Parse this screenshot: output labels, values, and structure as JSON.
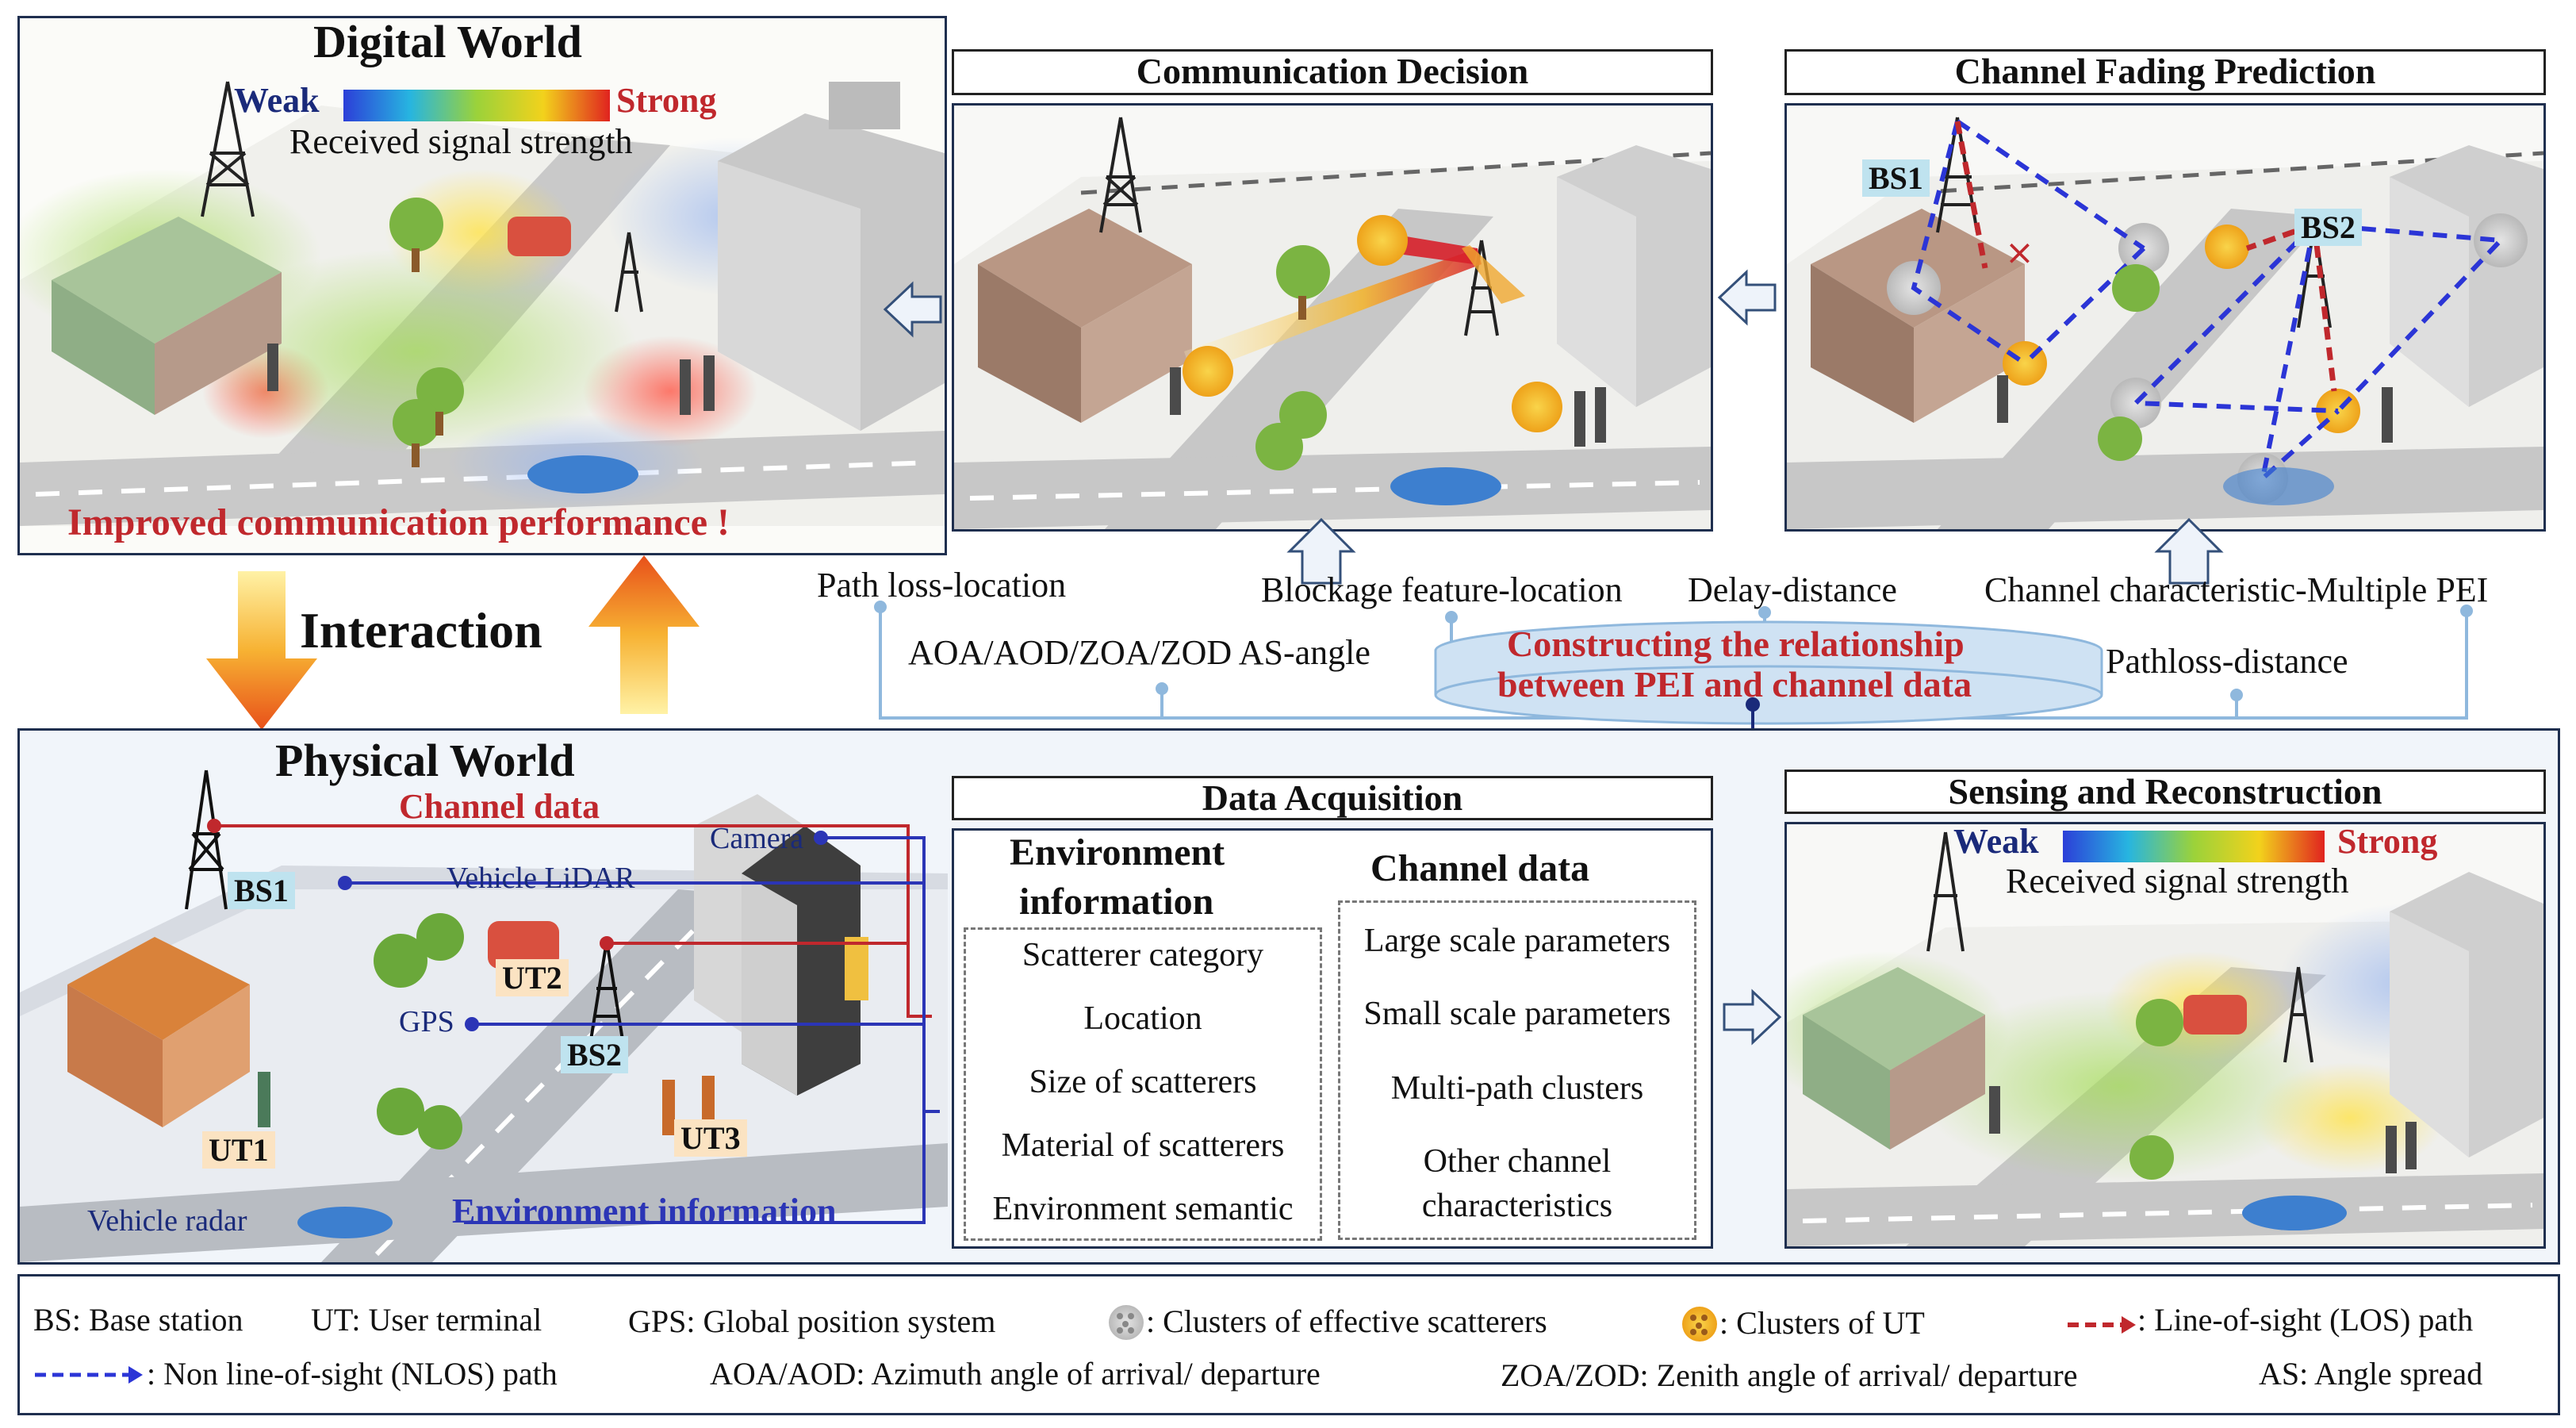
{
  "digital_world": {
    "title": "Digital World",
    "scale_weak": "Weak",
    "scale_strong": "Strong",
    "scale_caption": "Received signal strength",
    "footer": "Improved communication performance !"
  },
  "communication_decision": {
    "title": "Communication Decision"
  },
  "channel_fading": {
    "title": "Channel Fading Prediction",
    "bs1": "BS1",
    "bs2": "BS2"
  },
  "interaction": {
    "label": "Interaction"
  },
  "relationships": {
    "path_loss_location": "Path loss-location",
    "blockage_feature_location": "Blockage feature-location",
    "delay_distance": "Delay-distance",
    "channel_multiple_pei": "Channel characteristic-Multiple PEI",
    "angle": "AOA/AOD/ZOA/ZOD AS-angle",
    "pathloss_distance": "Pathloss-distance",
    "center_line1": "Constructing the relationship",
    "center_line2": "between PEI and channel data"
  },
  "physical_world": {
    "title": "Physical World",
    "channel_data": "Channel data",
    "camera": "Camera",
    "vehicle_lidar": "Vehicle LiDAR",
    "gps": "GPS",
    "bs1": "BS1",
    "bs2": "BS2",
    "ut1": "UT1",
    "ut2": "UT2",
    "ut3": "UT3",
    "vehicle_radar": "Vehicle radar",
    "environment_information": "Environment information"
  },
  "data_acquisition": {
    "title": "Data Acquisition",
    "env_heading_line1": "Environment",
    "env_heading_line2": "information",
    "env_items": [
      "Scatterer category",
      "Location",
      "Size of scatterers",
      "Material of scatterers",
      "Environment semantic"
    ],
    "channel_heading": "Channel data",
    "channel_items": [
      "Large scale parameters",
      "Small scale parameters",
      "Multi-path clusters",
      "Other channel",
      "characteristics"
    ]
  },
  "sensing": {
    "title": "Sensing and Reconstruction",
    "scale_weak": "Weak",
    "scale_strong": "Strong",
    "scale_caption": "Received signal strength"
  },
  "legend": {
    "bs": "BS: Base station",
    "ut": "UT: User terminal",
    "gps": "GPS: Global position system",
    "scatterers": ": Clusters of effective scatterers",
    "ut_clusters": ": Clusters of UT",
    "los": ": Line-of-sight (LOS) path",
    "nlos": ": Non line-of-sight (NLOS) path",
    "aoa": "AOA/AOD: Azimuth angle of arrival/ departure",
    "zoa": "ZOA/ZOD: Zenith angle of arrival/ departure",
    "as": "AS: Angle spread"
  },
  "colors": {
    "frame": "#1f2f4f",
    "red_text": "#c0282d",
    "navy_text": "#1a2a7a",
    "blue_text": "#2b35b6",
    "los_red": "#c0282d",
    "nlos_blue": "#2b35d6",
    "physical_bg": "#f1f5fa"
  }
}
